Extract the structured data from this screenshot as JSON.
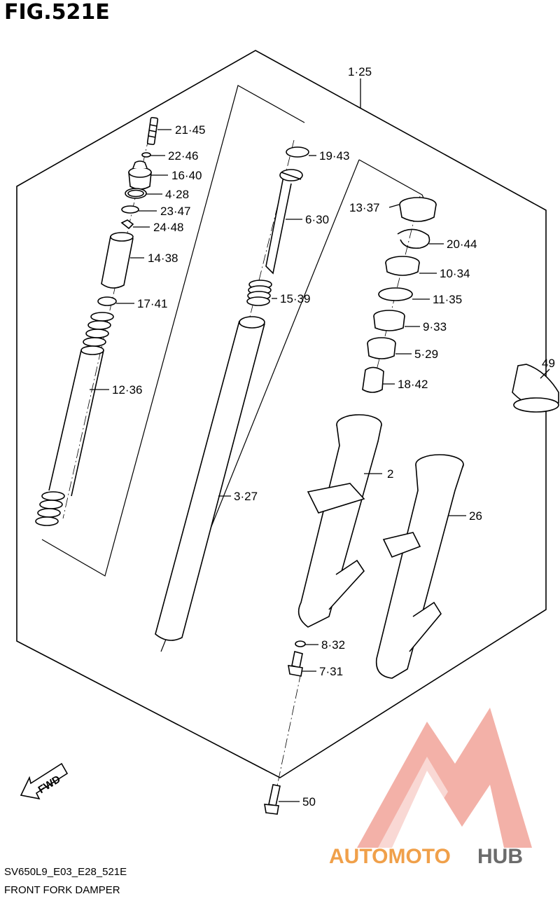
{
  "title": "FIG.521E",
  "model_code": "SV650L9_E03_E28_521E",
  "caption": "FRONT FORK DAMPER",
  "fwd_label": "FWD",
  "watermark": {
    "text_auto": "AUTOMOTO",
    "text_hub": "HUB",
    "color_primary": "#f07f70",
    "color_secondary": "#6b6b6b"
  },
  "parts": [
    {
      "label": "1·25"
    },
    {
      "label": "21·45"
    },
    {
      "label": "22·46"
    },
    {
      "label": "16·40"
    },
    {
      "label": "4·28"
    },
    {
      "label": "23·47"
    },
    {
      "label": "24·48"
    },
    {
      "label": "14·38"
    },
    {
      "label": "17·41"
    },
    {
      "label": "12·36"
    },
    {
      "label": "19·43"
    },
    {
      "label": "6·30"
    },
    {
      "label": "15·39"
    },
    {
      "label": "3·27"
    },
    {
      "label": "13·37"
    },
    {
      "label": "20·44"
    },
    {
      "label": "10·34"
    },
    {
      "label": "11·35"
    },
    {
      "label": "9·33"
    },
    {
      "label": "5·29"
    },
    {
      "label": "18·42"
    },
    {
      "label": "49"
    },
    {
      "label": "2"
    },
    {
      "label": "26"
    },
    {
      "label": "8·32"
    },
    {
      "label": "7·31"
    },
    {
      "label": "50"
    }
  ]
}
